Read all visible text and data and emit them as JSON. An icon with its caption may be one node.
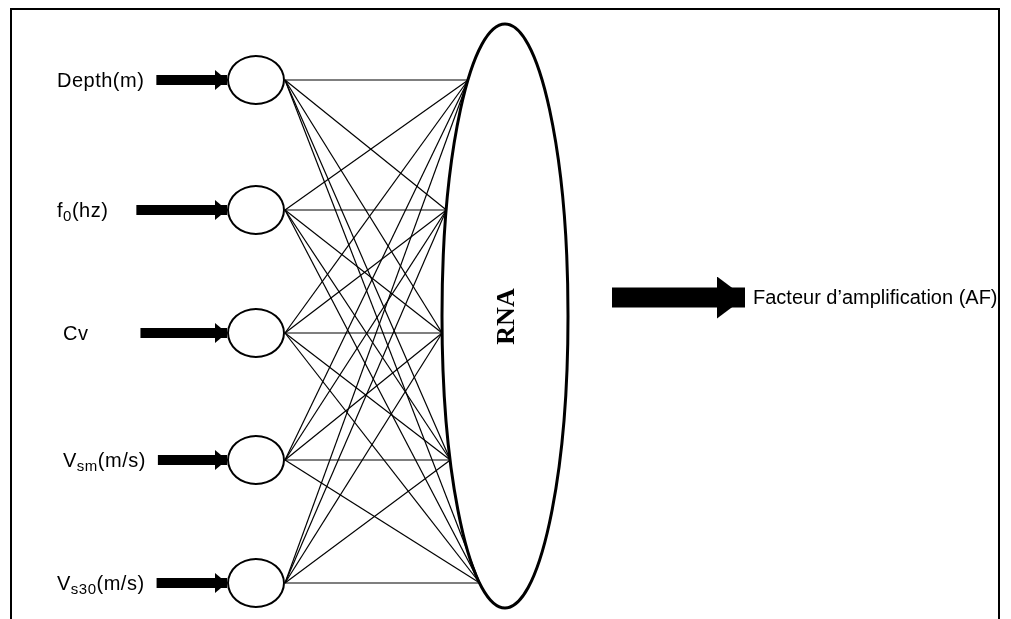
{
  "diagram": {
    "nodes": [
      {
        "text": [
          "Depth(m)"
        ]
      },
      {
        "text": [
          "f$_{0}$(hz)"
        ]
      },
      {
        "text": [
          "Cv"
        ]
      },
      {
        "text": [
          "V$_{sm}$(m/s)"
        ]
      },
      {
        "text": [
          "V$_{s30}$(m/s)"
        ]
      },
      {
        "text": [],
        "shape": "circle"
      },
      {
        "text": [],
        "shape": "circle"
      },
      {
        "text": [],
        "shape": "circle"
      },
      {
        "text": [],
        "shape": "circle"
      },
      {
        "text": [],
        "shape": "circle"
      },
      {
        "text": [
          "RNA"
        ]
      },
      {
        "text": [
          "Facteur d’amplification (AF)"
        ]
      }
    ],
    "edges": [
      {
        "from": 0,
        "to": 5,
        "arrow": "to",
        "style": "thick"
      },
      {
        "from": 1,
        "to": 6,
        "arrow": "to",
        "style": "thick"
      },
      {
        "from": 2,
        "to": 7,
        "arrow": "to",
        "style": "thick"
      },
      {
        "from": 3,
        "to": 8,
        "arrow": "to",
        "style": "thick"
      },
      {
        "from": 4,
        "to": 9,
        "arrow": "to",
        "style": "thick"
      },
      {
        "from": 5,
        "to": 10,
        "arrow": "none"
      },
      {
        "from": 5,
        "to": 10,
        "arrow": "none"
      },
      {
        "from": 5,
        "to": 10,
        "arrow": "none"
      },
      {
        "from": 5,
        "to": 10,
        "arrow": "none"
      },
      {
        "from": 5,
        "to": 10,
        "arrow": "none"
      },
      {
        "from": 6,
        "to": 10,
        "arrow": "none"
      },
      {
        "from": 6,
        "to": 10,
        "arrow": "none"
      },
      {
        "from": 6,
        "to": 10,
        "arrow": "none"
      },
      {
        "from": 6,
        "to": 10,
        "arrow": "none"
      },
      {
        "from": 6,
        "to": 10,
        "arrow": "none"
      },
      {
        "from": 7,
        "to": 10,
        "arrow": "none"
      },
      {
        "from": 7,
        "to": 10,
        "arrow": "none"
      },
      {
        "from": 7,
        "to": 10,
        "arrow": "none"
      },
      {
        "from": 7,
        "to": 10,
        "arrow": "none"
      },
      {
        "from": 7,
        "to": 10,
        "arrow": "none"
      },
      {
        "from": 8,
        "to": 10,
        "arrow": "none"
      },
      {
        "from": 8,
        "to": 10,
        "arrow": "none"
      },
      {
        "from": 8,
        "to": 10,
        "arrow": "none"
      },
      {
        "from": 8,
        "to": 10,
        "arrow": "none"
      },
      {
        "from": 8,
        "to": 10,
        "arrow": "none"
      },
      {
        "from": 9,
        "to": 10,
        "arrow": "none"
      },
      {
        "from": 9,
        "to": 10,
        "arrow": "none"
      },
      {
        "from": 9,
        "to": 10,
        "arrow": "none"
      },
      {
        "from": 9,
        "to": 10,
        "arrow": "none"
      },
      {
        "from": 9,
        "to": 10,
        "arrow": "none"
      },
      {
        "from": 10,
        "to": 11,
        "arrow": "to",
        "style": "thick"
      }
    ]
  }
}
